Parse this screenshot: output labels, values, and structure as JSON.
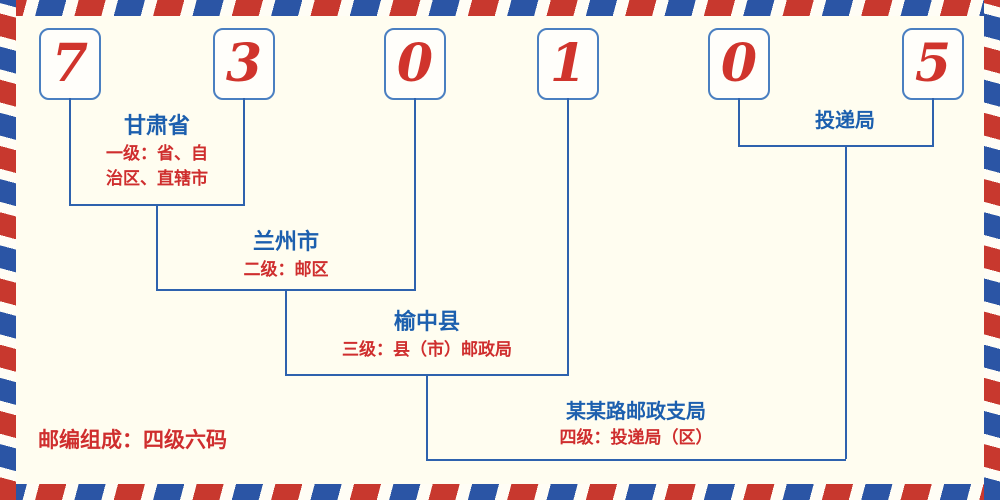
{
  "digits": [
    "7",
    "3",
    "0",
    "1",
    "0",
    "5"
  ],
  "levels": {
    "level1": {
      "place": "甘肃省",
      "desc_line1": "一级：省、自",
      "desc_line2": "治区、直辖市"
    },
    "level2": {
      "place": "兰州市",
      "desc_line1": "二级：邮区"
    },
    "level3": {
      "place": "榆中县",
      "desc_line1": "三级：县（市）邮政局"
    },
    "level4": {
      "place": "某某路邮政支局",
      "desc_line1": "四级：投递局（区）"
    },
    "delivery": {
      "place": "投递局"
    }
  },
  "footer": {
    "composition_label": "邮编组成：四级六码"
  },
  "colors": {
    "digit_red": "#d0342c",
    "line_blue": "#2e62ae",
    "place_blue": "#1c5fae",
    "desc_red": "#cf2e2e",
    "stripe_red": "#c8382e",
    "stripe_blue": "#2b55a5",
    "background": "#fffdf0"
  }
}
